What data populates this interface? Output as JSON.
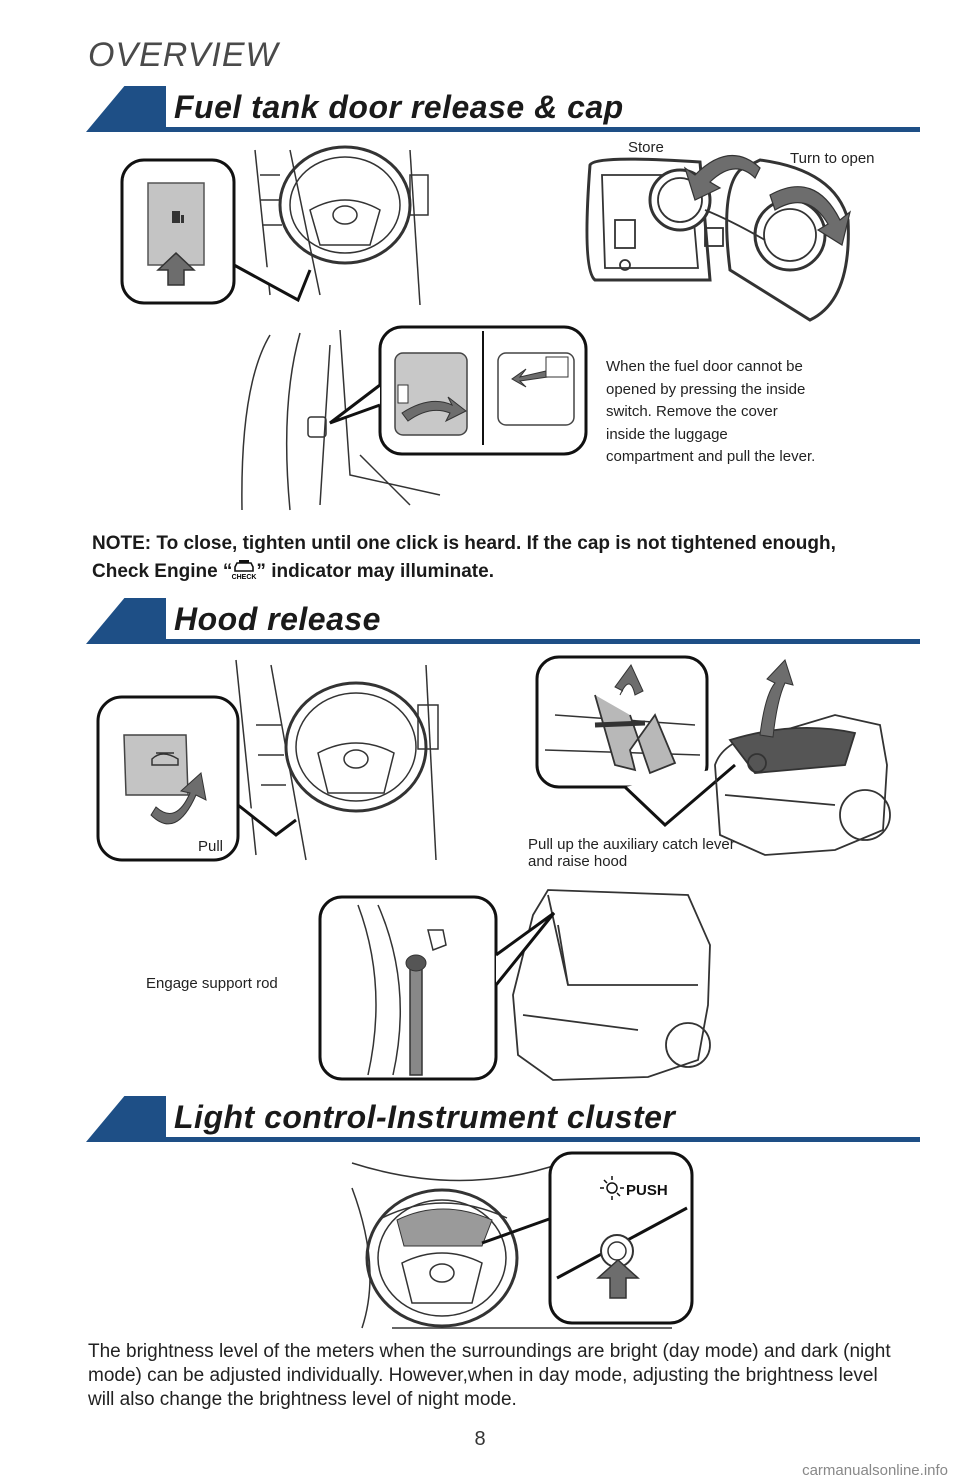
{
  "page": {
    "overview": "OVERVIEW",
    "page_number": "8",
    "watermark": "carmanualsonline.info"
  },
  "fuel": {
    "title": "Fuel tank door release & cap",
    "store": "Store",
    "turn_to_open": "Turn to open",
    "fuel_door_note": "When the fuel door cannot be opened by pressing the inside switch. Remove the cover inside the luggage compartment and pull the lever.",
    "note_before": "NOTE: To close, tighten until one click is heard. If the cap is not tightened enough, Check Engine “",
    "note_after": "” indicator may illuminate.",
    "check_icon_text": "CHECK"
  },
  "hood": {
    "title": "Hood release",
    "pull": "Pull",
    "aux_catch": "Pull up the auxiliary catch lever and raise hood",
    "support_rod": "Engage support rod"
  },
  "light": {
    "title": "Light control-Instrument cluster",
    "push_label": "PUSH",
    "description": "The brightness level of the meters when the surroundings are bright (day mode) and dark (night mode) can be adjusted individually. However,when in day mode, adjusting the brightness level will also change the brightness level of night mode."
  },
  "colors": {
    "section_blue": "#1e4f86",
    "arrow_gray": "#6d6d6d",
    "panel_gray": "#bdbdbd"
  }
}
